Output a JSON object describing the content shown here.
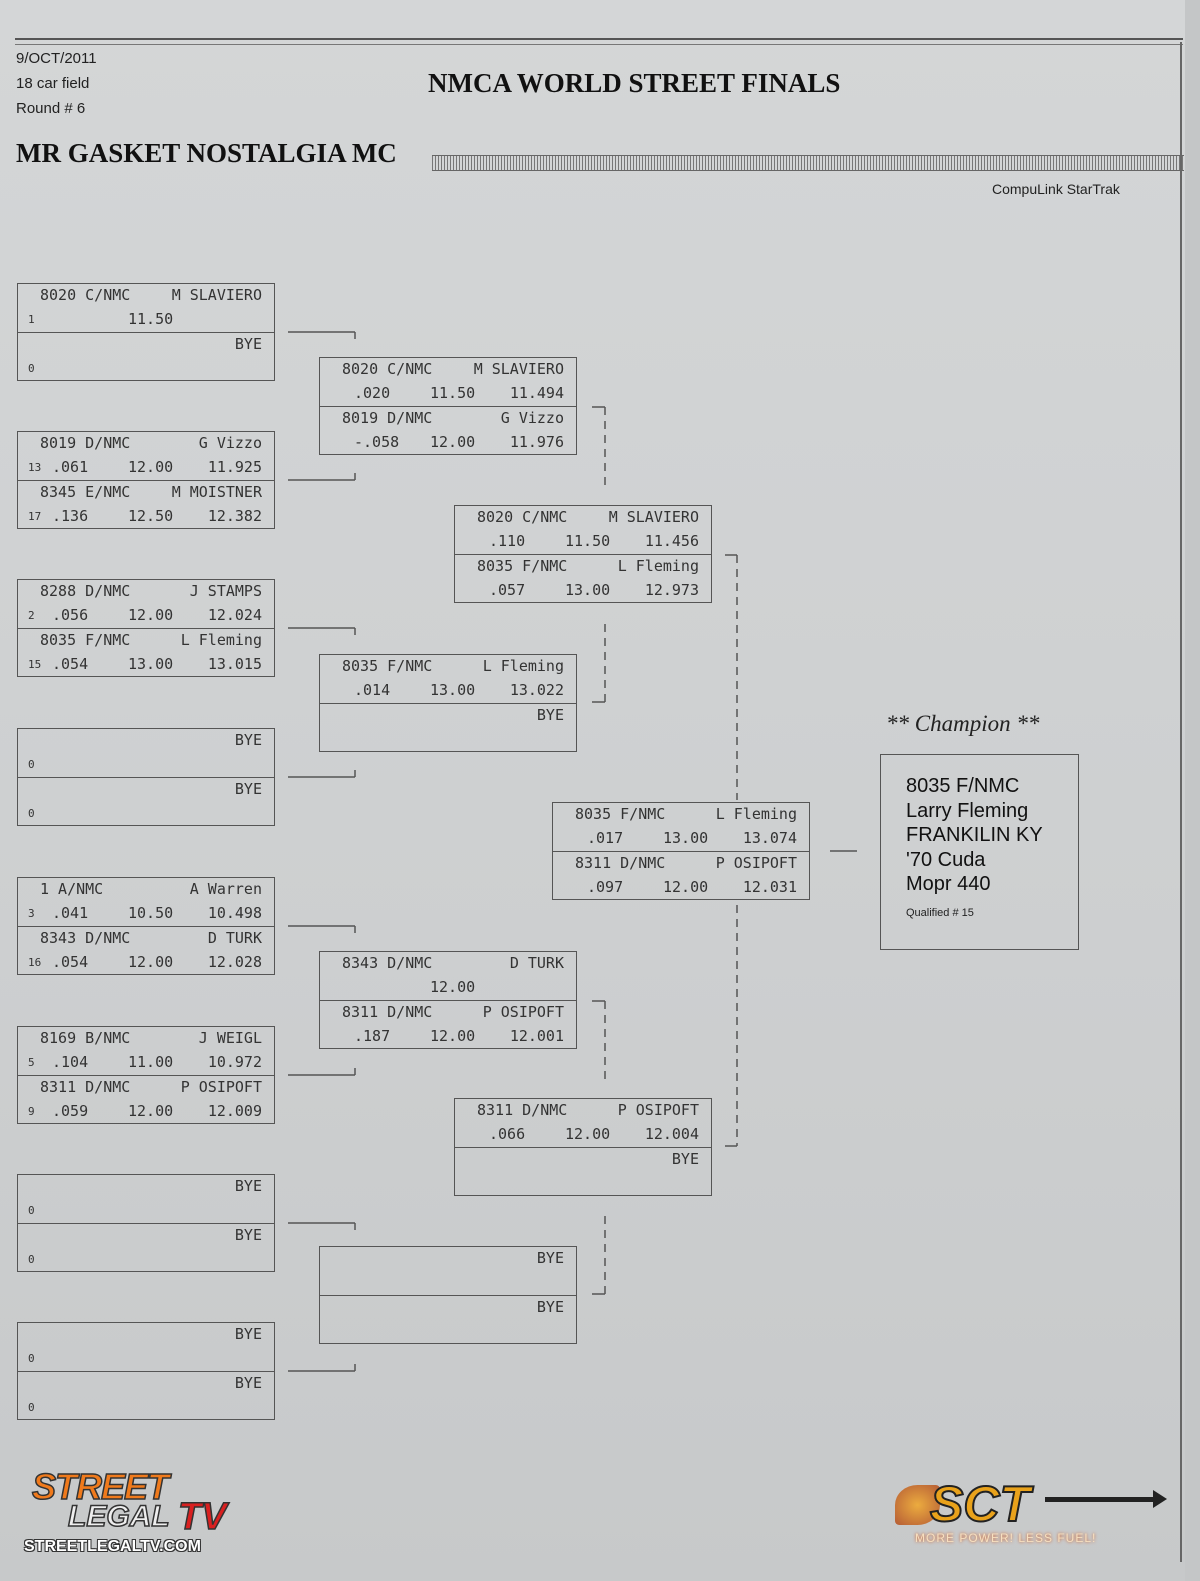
{
  "header": {
    "date": "9/OCT/2011",
    "field": "18 car field",
    "round": "Round # 6",
    "title": "NMCA WORLD STREET FINALS",
    "class_title": "MR GASKET NOSTALGIA MC",
    "software": "CompuLink StarTrak"
  },
  "rounds": [
    {
      "matches": [
        [
          {
            "car": "8020 C/NMC",
            "driver": "M SLAVIERO",
            "seed": "1",
            "rt": "",
            "dial": "11.50",
            "et": ""
          },
          {
            "car": "",
            "driver": "BYE",
            "seed": "0",
            "rt": "",
            "dial": "",
            "et": ""
          }
        ],
        [
          {
            "car": "8019 D/NMC",
            "driver": "G Vizzo",
            "seed": "13",
            "rt": ".061",
            "dial": "12.00",
            "et": "11.925"
          },
          {
            "car": "8345 E/NMC",
            "driver": "M MOISTNER",
            "seed": "17",
            "rt": ".136",
            "dial": "12.50",
            "et": "12.382"
          }
        ],
        [
          {
            "car": "8288 D/NMC",
            "driver": "J STAMPS",
            "seed": "2",
            "rt": ".056",
            "dial": "12.00",
            "et": "12.024"
          },
          {
            "car": "8035 F/NMC",
            "driver": "L Fleming",
            "seed": "15",
            "rt": ".054",
            "dial": "13.00",
            "et": "13.015"
          }
        ],
        [
          {
            "car": "",
            "driver": "BYE",
            "seed": "0",
            "rt": "",
            "dial": "",
            "et": ""
          },
          {
            "car": "",
            "driver": "BYE",
            "seed": "0",
            "rt": "",
            "dial": "",
            "et": ""
          }
        ],
        [
          {
            "car": "1 A/NMC",
            "driver": "A Warren",
            "seed": "3",
            "rt": ".041",
            "dial": "10.50",
            "et": "10.498"
          },
          {
            "car": "8343 D/NMC",
            "driver": "D TURK",
            "seed": "16",
            "rt": ".054",
            "dial": "12.00",
            "et": "12.028"
          }
        ],
        [
          {
            "car": "8169 B/NMC",
            "driver": "J WEIGL",
            "seed": "5",
            "rt": ".104",
            "dial": "11.00",
            "et": "10.972"
          },
          {
            "car": "8311 D/NMC",
            "driver": "P OSIPOFT",
            "seed": "9",
            "rt": ".059",
            "dial": "12.00",
            "et": "12.009"
          }
        ],
        [
          {
            "car": "",
            "driver": "BYE",
            "seed": "0",
            "rt": "",
            "dial": "",
            "et": ""
          },
          {
            "car": "",
            "driver": "BYE",
            "seed": "0",
            "rt": "",
            "dial": "",
            "et": ""
          }
        ],
        [
          {
            "car": "",
            "driver": "BYE",
            "seed": "0",
            "rt": "",
            "dial": "",
            "et": ""
          },
          {
            "car": "",
            "driver": "BYE",
            "seed": "0",
            "rt": "",
            "dial": "",
            "et": ""
          }
        ]
      ]
    },
    {
      "matches": [
        [
          {
            "car": "8020 C/NMC",
            "driver": "M SLAVIERO",
            "seed": "",
            "rt": ".020",
            "dial": "11.50",
            "et": "11.494"
          },
          {
            "car": "8019 D/NMC",
            "driver": "G Vizzo",
            "seed": "",
            "rt": "-.058",
            "dial": "12.00",
            "et": "11.976"
          }
        ],
        [
          {
            "car": "8035 F/NMC",
            "driver": "L Fleming",
            "seed": "",
            "rt": ".014",
            "dial": "13.00",
            "et": "13.022"
          },
          {
            "car": "",
            "driver": "BYE",
            "seed": "",
            "rt": "",
            "dial": "",
            "et": ""
          }
        ],
        [
          {
            "car": "8343 D/NMC",
            "driver": "D TURK",
            "seed": "",
            "rt": "",
            "dial": "12.00",
            "et": ""
          },
          {
            "car": "8311 D/NMC",
            "driver": "P OSIPOFT",
            "seed": "",
            "rt": ".187",
            "dial": "12.00",
            "et": "12.001"
          }
        ],
        [
          {
            "car": "",
            "driver": "BYE",
            "seed": "",
            "rt": "",
            "dial": "",
            "et": ""
          },
          {
            "car": "",
            "driver": "BYE",
            "seed": "",
            "rt": "",
            "dial": "",
            "et": ""
          }
        ]
      ]
    },
    {
      "matches": [
        [
          {
            "car": "8020 C/NMC",
            "driver": "M SLAVIERO",
            "seed": "",
            "rt": ".110",
            "dial": "11.50",
            "et": "11.456"
          },
          {
            "car": "8035 F/NMC",
            "driver": "L Fleming",
            "seed": "",
            "rt": ".057",
            "dial": "13.00",
            "et": "12.973"
          }
        ],
        [
          {
            "car": "8311 D/NMC",
            "driver": "P OSIPOFT",
            "seed": "",
            "rt": ".066",
            "dial": "12.00",
            "et": "12.004"
          },
          {
            "car": "",
            "driver": "BYE",
            "seed": "",
            "rt": "",
            "dial": "",
            "et": ""
          }
        ]
      ]
    },
    {
      "matches": [
        [
          {
            "car": "8035 F/NMC",
            "driver": "L Fleming",
            "seed": "",
            "rt": ".017",
            "dial": "13.00",
            "et": "13.074"
          },
          {
            "car": "8311 D/NMC",
            "driver": "P OSIPOFT",
            "seed": "",
            "rt": ".097",
            "dial": "12.00",
            "et": "12.031"
          }
        ]
      ]
    }
  ],
  "champion": {
    "label": "** Champion **",
    "car": "8035  F/NMC",
    "name": "Larry Fleming",
    "hometown": "FRANKILIN KY",
    "vehicle": "'70 Cuda",
    "engine": "Mopr  440",
    "qualified": "Qualified # 15"
  },
  "logos": {
    "street": "STREET",
    "legal": "LEGAL",
    "tv": "TV",
    "url": "STREETLEGALTV.COM",
    "sct": "SCT",
    "sct_tagline": "MORE POWER! LESS FUEL!"
  }
}
